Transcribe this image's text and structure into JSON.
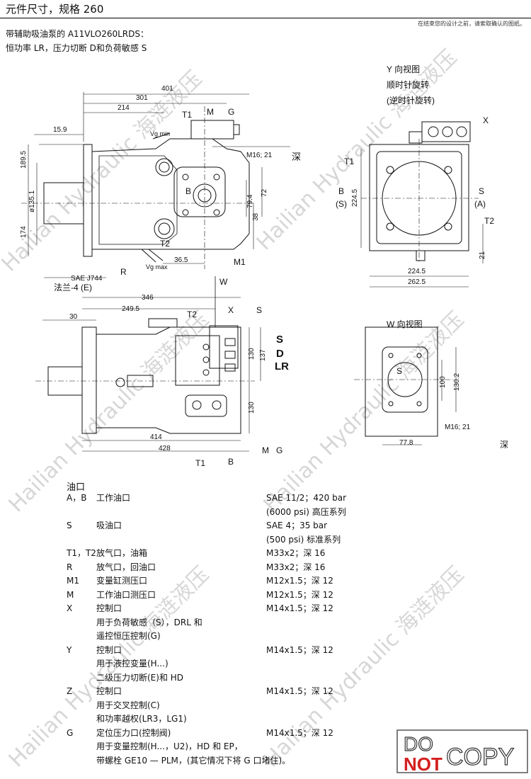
{
  "header": {
    "title": "元件尺寸，规格 260",
    "note": "在结束您的设计之前，请索取确认的图纸。"
  },
  "subtitle": {
    "line1": "带辅助吸油泵的 A11VLO260LRDS：",
    "line2": "恒功率 LR，压力切断 D和负荷敏感 S"
  },
  "drawing": {
    "front": {
      "dims": [
        "401",
        "301",
        "214",
        "15.9",
        "189.5",
        "ø135.1",
        "174",
        "M16; 21",
        "深",
        "72",
        "79.4",
        "38",
        "36.5"
      ],
      "labels": [
        "T1",
        "M",
        "G",
        "Vg min",
        "B",
        "T2",
        "Vg max",
        "R",
        "M1",
        "SAE J744",
        "法兰-4 (E)"
      ]
    },
    "yview": {
      "title_lines": [
        "Y 向视图",
        "顺时针旋转",
        "(逆时针旋转)"
      ],
      "labels": [
        "X",
        "T1",
        "B",
        "(S)",
        "S",
        "(A)",
        "T2"
      ],
      "dims": [
        "224.5",
        "21",
        "224.5",
        "262.5"
      ]
    },
    "side": {
      "dims": [
        "346",
        "249.5",
        "30",
        "130",
        "137",
        "130",
        "414",
        "428"
      ],
      "labels": [
        "W",
        "T2",
        "X",
        "S",
        "S",
        "D",
        "LR",
        "M",
        "G",
        "T1",
        "B"
      ]
    },
    "wview": {
      "title": "W 向视图",
      "labels": [
        "S",
        "M16; 21",
        "深"
      ],
      "dims": [
        "100",
        "130.2",
        "77.8"
      ]
    }
  },
  "ports_title": "油口",
  "ports": [
    {
      "code": "A，B",
      "desc": [
        "工作油口"
      ],
      "spec": [
        "SAE 11/2；420 bar",
        "(6000 psi) 高压系列"
      ]
    },
    {
      "code": "S",
      "desc": [
        "吸油口"
      ],
      "spec": [
        "SAE 4；35 bar",
        "(500 psi) 标准系列"
      ]
    },
    {
      "code": "T1，T2",
      "desc": [
        "放气口，油箱"
      ],
      "spec": [
        "M33x2；深 16"
      ]
    },
    {
      "code": "R",
      "desc": [
        "放气口，回油口"
      ],
      "spec": [
        "M33x2；深 16"
      ]
    },
    {
      "code": "M1",
      "desc": [
        "变量缸测压口"
      ],
      "spec": [
        "M12x1.5；深 12"
      ]
    },
    {
      "code": "M",
      "desc": [
        "工作油口测压口"
      ],
      "spec": [
        "M12x1.5；深 12"
      ]
    },
    {
      "code": "X",
      "desc": [
        "控制口",
        "用于负荷敏感（S），DRL 和",
        "遥控恒压控制(G)"
      ],
      "spec": [
        "M14x1.5；深 12"
      ]
    },
    {
      "code": "Y",
      "desc": [
        "控制口",
        "用于液控变量(H...)",
        "二级压力切断(E)和 HD"
      ],
      "spec": [
        "M14x1.5；深 12"
      ]
    },
    {
      "code": "Z",
      "desc": [
        "控制口",
        "用于交叉控制(C)",
        "和功率越权(LR3，LG1)"
      ],
      "spec": [
        "M14x1.5；深 12"
      ]
    },
    {
      "code": "G",
      "desc": [
        "定位压力口(控制阀)",
        "用于变量控制(H...，U2)，HD 和 EP，",
        "带螺栓 GE10 — PLM，(其它情况下将 G 口堵住)。"
      ],
      "spec": [
        "M14x1.5；深 12"
      ]
    }
  ],
  "watermark": "Hailian Hydraulic 海涟液压",
  "stamp": {
    "do": "DO",
    "not": "NOT",
    "copy": "COPY"
  },
  "colors": {
    "line": "#111111",
    "watermark": "#bbbbbb",
    "stamp_red": "#d42020"
  }
}
